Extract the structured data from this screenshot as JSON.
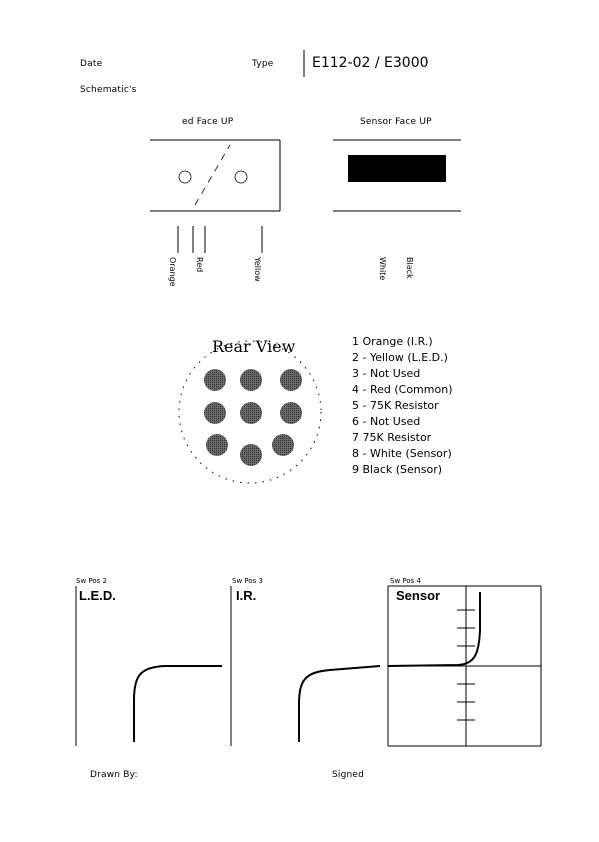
{
  "header": {
    "date_label": "Date",
    "type_label": "Type",
    "type_value": "E112-02 / E3000",
    "schematics_label": "Schematic's"
  },
  "switch_diagram": {
    "title": "ed Face UP",
    "wires": [
      "Orange",
      "Red",
      "Yellow"
    ]
  },
  "sensor_diagram": {
    "title": "Sensor Face UP",
    "wires": [
      "White",
      "Black"
    ]
  },
  "rear_view": {
    "title": "Rear View",
    "pins": [
      "1  Orange  (I.R.)",
      "2 - Yellow (L.E.D.)",
      "3 - Not Used",
      "4 - Red (Common)",
      "5 - 75K Resistor",
      "6 - Not Used",
      "7  75K Resistor",
      "8 - White (Sensor)",
      "9  Black (Sensor)"
    ]
  },
  "graphs": [
    {
      "pos_label": "Sw Pos 2",
      "title": "L.E.D."
    },
    {
      "pos_label": "Sw Pos 3",
      "title": "I.R."
    },
    {
      "pos_label": "Sw Pos 4",
      "title": "Sensor"
    }
  ],
  "footer": {
    "drawn_by_label": "Drawn By:",
    "signed_label": "Signed"
  }
}
